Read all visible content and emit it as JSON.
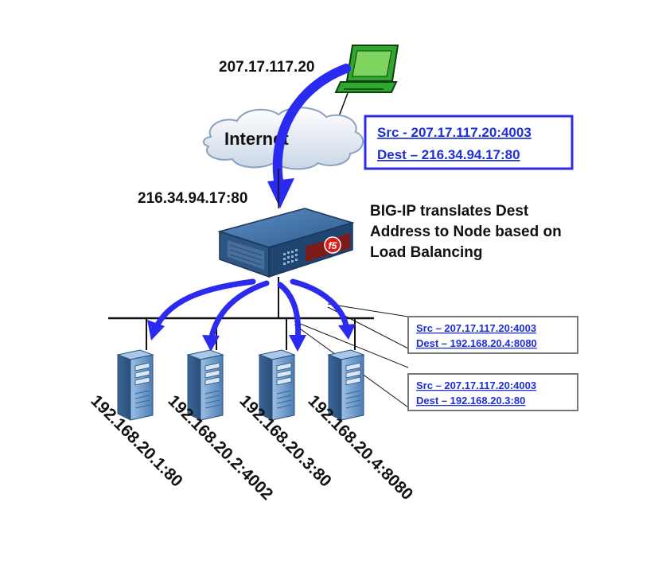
{
  "client": {
    "ip": "207.17.117.20"
  },
  "cloud": {
    "label": "Internet"
  },
  "client_packet": {
    "src": "Src - 207.17.117.20:4003",
    "dest": "Dest – 216.34.94.17:80"
  },
  "virtual_server": {
    "address": "216.34.94.17:80"
  },
  "bigip": {
    "note_line1": "BIG-IP translates Dest",
    "note_line2": "Address to Node based on",
    "note_line3": "Load Balancing",
    "logo": "f5"
  },
  "node_packets": [
    {
      "src": "Src – 207.17.117.20:4003",
      "dest": "Dest – 192.168.20.4:8080"
    },
    {
      "src": "Src – 207.17.117.20:4003",
      "dest": "Dest – 192.168.20.3:80"
    }
  ],
  "servers": [
    {
      "address": "192.168.20.1:80"
    },
    {
      "address": "192.168.20.2:4002"
    },
    {
      "address": "192.168.20.3:80"
    },
    {
      "address": "192.168.20.4:8080"
    }
  ],
  "colors": {
    "arrow": "#2a2af0",
    "box_border": "#2e2ee6",
    "box_text": "#1f2fd8",
    "server": "#6f9ccf",
    "device": "#25527f",
    "monitor": "#2fa62f"
  }
}
